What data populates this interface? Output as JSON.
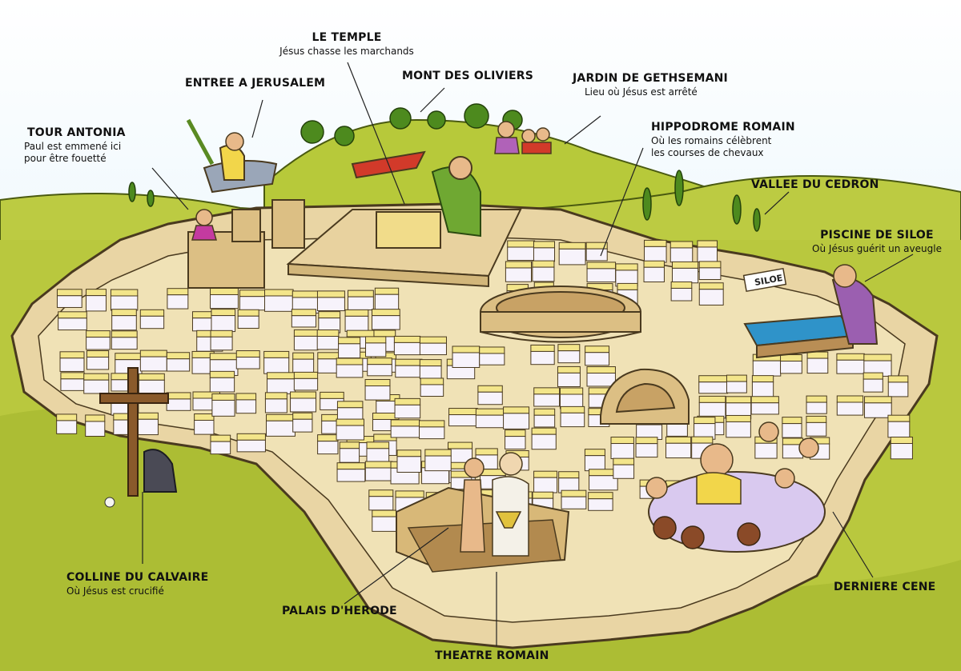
{
  "map": {
    "colors": {
      "sky": "#dff2fb",
      "hill": "#b8c83a",
      "wall": "#e7cf9c",
      "roof": "#f3e58a",
      "house": "#f7f3fb",
      "outline": "#4a3a1f"
    },
    "sign_text": "SILOE",
    "labels": {
      "temple": {
        "title": "LE TEMPLE",
        "sub": "Jésus chasse les marchands"
      },
      "entree": {
        "title": "ENTREE A JERUSALEM"
      },
      "oliviers": {
        "title": "MONT DES OLIVIERS"
      },
      "gethsemani": {
        "title": "JARDIN DE GETHSEMANI",
        "sub": "Lieu où Jésus est arrêté"
      },
      "antonia": {
        "title": "TOUR ANTONIA",
        "sub1": "Paul est emmené ici",
        "sub2": "pour être fouetté"
      },
      "hippodrome": {
        "title": "HIPPODROME ROMAIN",
        "sub1": "Où les romains célèbrent",
        "sub2": "les courses de chevaux"
      },
      "cedron": {
        "title": "VALLEE DU CEDRON"
      },
      "siloe": {
        "title": "PISCINE DE SILOE",
        "sub": "Où Jésus guérit  un aveugle"
      },
      "calvaire": {
        "title": "COLLINE DU CALVAIRE",
        "sub": "Où Jésus est crucifié"
      },
      "herode": {
        "title": "PALAIS D'HERODE"
      },
      "theatre": {
        "title": "THEATRE ROMAIN"
      },
      "cene": {
        "title": "DERNIERE CENE"
      }
    }
  }
}
